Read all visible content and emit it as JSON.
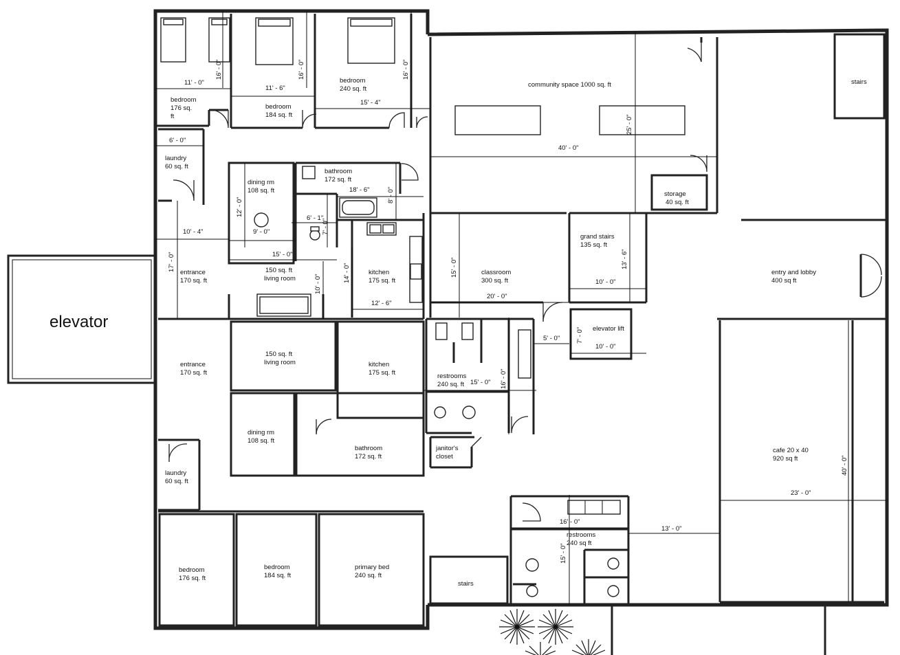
{
  "labels": {
    "elevator": "elevator",
    "community": "community space 1000 sq. ft",
    "stairs_top": "stairs",
    "storage": [
      "storage",
      "40 sq. ft"
    ],
    "bedroom_a": [
      "bedroom",
      "176 sq.",
      "ft"
    ],
    "bedroom_b": [
      "bedroom",
      "184 sq. ft"
    ],
    "bedroom_c": [
      "bedroom",
      "240 sq. ft"
    ],
    "laundry_1": [
      "laundry",
      "60 sq. ft"
    ],
    "dining_1": [
      "dining rm",
      "108 sq. ft"
    ],
    "bathroom_1": [
      "bathroom",
      "172 sq. ft"
    ],
    "entrance_1": [
      "entrance",
      "170 sq. ft"
    ],
    "living_1": [
      "150 sq. ft",
      "living room"
    ],
    "kitchen_1": [
      "kitchen",
      "175 sq. ft"
    ],
    "classroom": [
      "classroom",
      "300 sq. ft"
    ],
    "grand_stairs": [
      "grand stairs",
      "135 sq. ft"
    ],
    "entry_lobby": [
      "entry and lobby",
      "400 sq ft"
    ],
    "elevator_lift": "elevator lift",
    "entrance_2": [
      "entrance",
      "170 sq. ft"
    ],
    "living_2": [
      "150 sq. ft",
      "living room"
    ],
    "kitchen_2": [
      "kitchen",
      "175 sq. ft"
    ],
    "restrooms_1": [
      "restrooms",
      "240 sq. ft"
    ],
    "dining_2": [
      "dining rm",
      "108 sq. ft"
    ],
    "bathroom_2": [
      "bathroom",
      "172 sq. ft"
    ],
    "janitor": [
      "janitor's",
      "closet"
    ],
    "laundry_2": [
      "laundry",
      "60 sq. ft"
    ],
    "cafe": [
      "cafe 20 x 40",
      "920 sq ft"
    ],
    "restrooms_2": [
      "restrooms",
      "240 sq ft"
    ],
    "bedroom_d": [
      "bedroom",
      "176 sq. ft"
    ],
    "bedroom_e": [
      "bedroom",
      "184 sq. ft"
    ],
    "primary_bed": [
      "primary bed",
      "240 sq. ft"
    ],
    "stairs_bottom": "stairs"
  },
  "dimensions": {
    "d_11_0": "11' - 0\"",
    "d_16_0_a": "16' - 0\"",
    "d_11_6": "11' - 6\"",
    "d_16_0_b": "16' - 0\"",
    "d_16_0_c": "16' - 0\"",
    "d_15_4": "15' - 4\"",
    "d_6_0": "6' - 0\"",
    "d_40_0_a": "40' - 0\"",
    "d_25_0": "25' - 0\"",
    "d_18_6": "18' - 6\"",
    "d_8_0": "8' - 0\"",
    "d_12_0": "12' - 0\"",
    "d_6_1": "6' - 1\"",
    "d_7_0": "7' - 0\"",
    "d_9_0": "9' - 0\"",
    "d_10_4": "10' - 4\"",
    "d_15_0_a": "15' - 0\"",
    "d_17_0": "17' - 0\"",
    "d_10_0_a": "10' - 0\"",
    "d_14_0": "14' - 0\"",
    "d_12_6": "12' - 6\"",
    "d_15_0_b": "15' - 0\"",
    "d_20_0": "20' - 0\"",
    "d_13_6": "13' - 6\"",
    "d_10_0_b": "10' - 0\"",
    "d_5_0": "5' - 0\"",
    "d_7_0_b": "7' - 0\"",
    "d_10_0_c": "10' - 0\"",
    "d_15_0_c": "15' - 0\"",
    "d_16_0_d": "16' - 0\"",
    "d_40_0_b": "40' - 0\"",
    "d_23_0": "23' - 0\"",
    "d_16_0_e": "16' - 0\"",
    "d_13_0": "13' - 0\"",
    "d_15_0_d": "15' - 0\""
  }
}
